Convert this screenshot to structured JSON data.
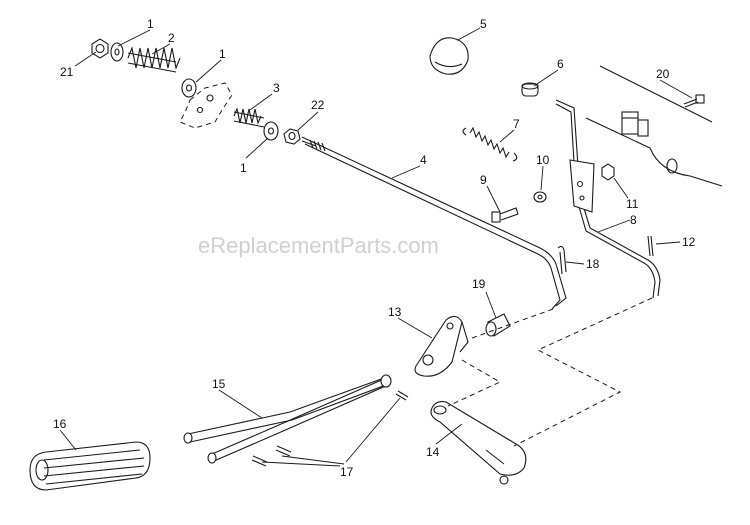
{
  "watermark": "eReplacementParts.com",
  "callouts": {
    "p1a": "1",
    "p1b": "1",
    "p1c": "1",
    "p2": "2",
    "p3": "3",
    "p4": "4",
    "p5": "5",
    "p6": "6",
    "p7": "7",
    "p8": "8",
    "p9": "9",
    "p10": "10",
    "p11": "11",
    "p12": "12",
    "p13": "13",
    "p14": "14",
    "p15": "15",
    "p16": "16",
    "p17": "17",
    "p18": "18",
    "p19": "19",
    "p20": "20",
    "p21": "21",
    "p22": "22"
  }
}
